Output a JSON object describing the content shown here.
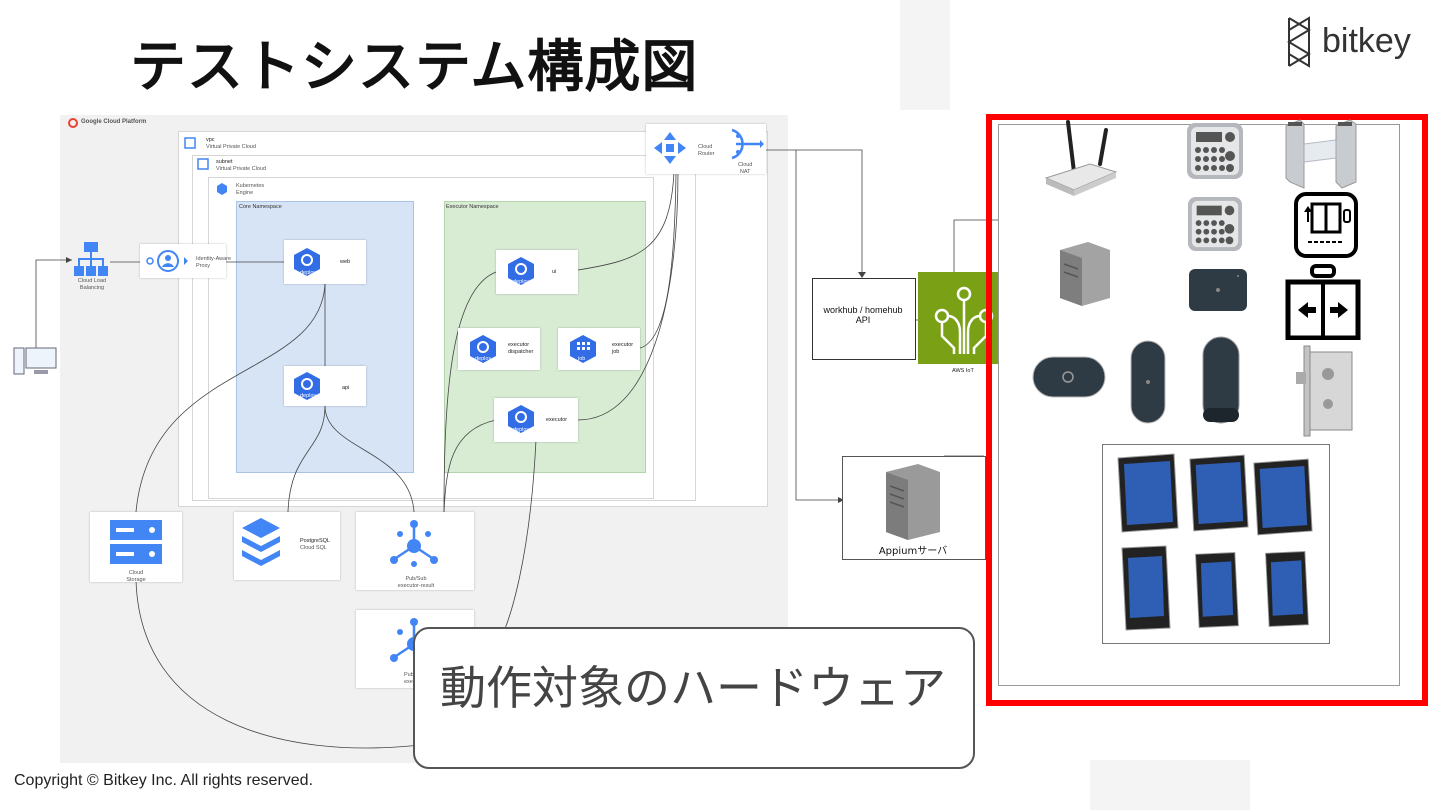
{
  "title": "テストシステム構成図",
  "logo": {
    "text": "bitkey"
  },
  "gcp": {
    "header": "Google Cloud Platform",
    "vpc": {
      "title": "vpc",
      "subtitle": "Virtual Private Cloud"
    },
    "subnet": {
      "title": "subnet",
      "subtitle": "Virtual Private Cloud"
    },
    "k8s": {
      "title": "Kubernetes",
      "subtitle": "Engine"
    },
    "core_ns": "Core Namespace",
    "exec_ns": "Executor Namespace",
    "deploy_label": "deploy",
    "job_label": "job",
    "web": "web",
    "api": "api",
    "ui": "ui",
    "dispatcher": "executor\ndispatcher",
    "executor_job": "executor\njob",
    "executor": "executor",
    "cloud_router": "Cloud\nRouter",
    "cloud_nat": "Cloud\nNAT",
    "load_balancing": "Cloud Load\nBalancing",
    "iap": "Identity-Aware\nProxy",
    "storage": "Cloud\nStorage",
    "postgres": "PostgreSQL",
    "postgres_sub": "Cloud SQL",
    "pubsub1": "Pub/Sub\nexecutor-result",
    "pubsub2": "Pub/\nexe"
  },
  "workhub_api": "workhub / homehub\nAPI",
  "aws_iot": "AWS IoT",
  "appium": "Appiumサーバ",
  "callout": "動作対象のハードウェア",
  "copyright": "Copyright © Bitkey Inc. All rights reserved.",
  "colors": {
    "accent_red": "#ff0000",
    "gcp_blue": "#4285f4",
    "aws_green": "#7aa116",
    "core_ns_bg": "#d6e4f6",
    "exec_ns_bg": "#d8ecd4"
  }
}
